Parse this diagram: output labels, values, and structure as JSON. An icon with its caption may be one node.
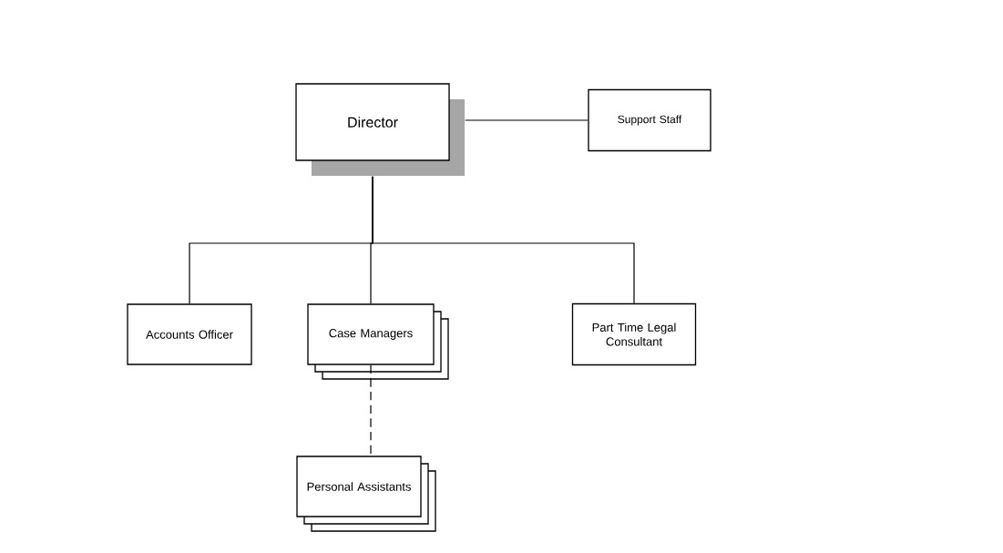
{
  "diagram": {
    "nodes": [
      {
        "text": [
          "Director"
        ]
      },
      {
        "text": [
          "Support Staff"
        ]
      },
      {
        "text": [
          "Accounts Officer"
        ]
      },
      {
        "text": [
          "Case Managers"
        ]
      },
      {
        "text": [
          "Part Time Legal Consultant"
        ]
      },
      {
        "text": [
          "Personal Assistants"
        ]
      }
    ],
    "edges": [
      {
        "from": 0,
        "to": 1,
        "arrow": "none"
      },
      {
        "from": 0,
        "to": 2,
        "arrow": "none"
      },
      {
        "from": 0,
        "to": 3,
        "arrow": "none"
      },
      {
        "from": 0,
        "to": 4,
        "arrow": "none"
      },
      {
        "from": 3,
        "to": 5,
        "arrow": "none",
        "style": "dashed"
      }
    ]
  }
}
